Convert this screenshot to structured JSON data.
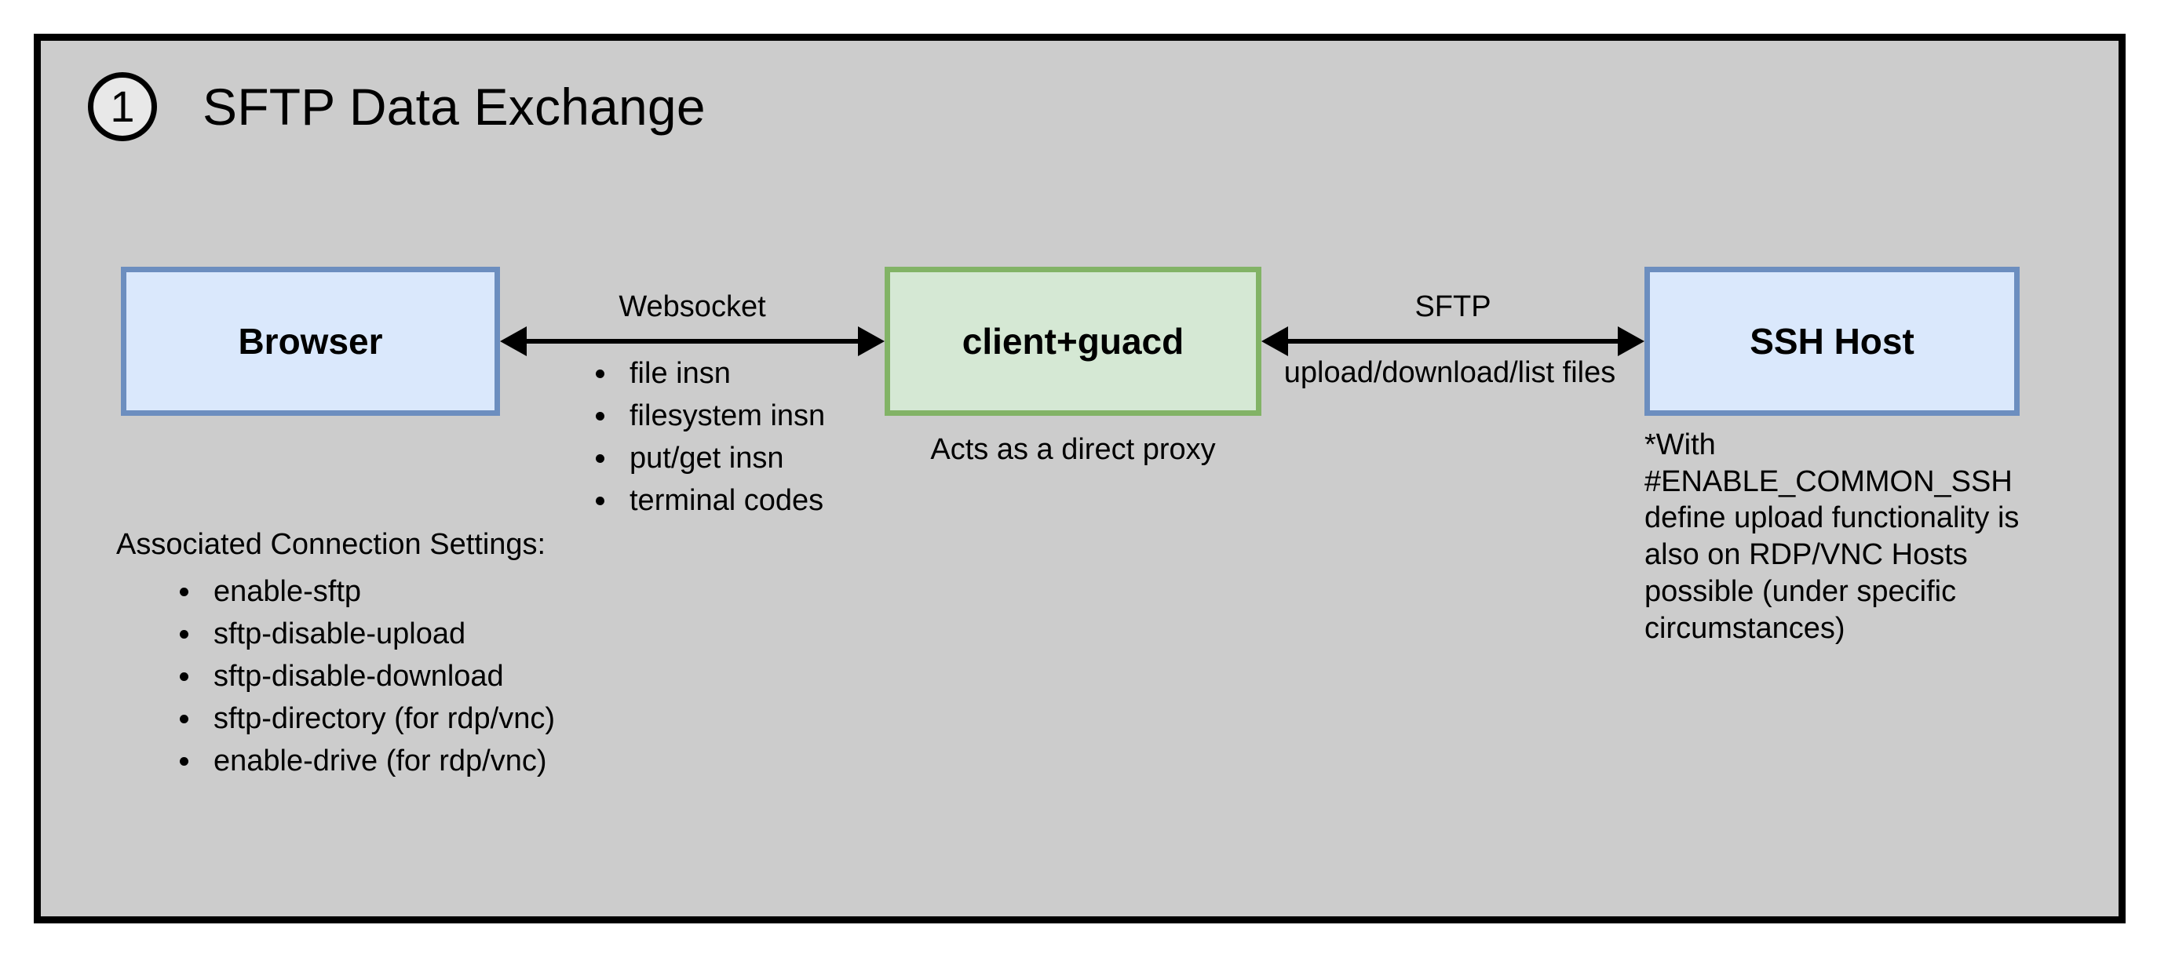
{
  "panel": {
    "background_color": "#cccccc",
    "border_color": "#000000"
  },
  "header": {
    "step_number": "1",
    "title": "SFTP Data Exchange"
  },
  "nodes": {
    "browser": {
      "label": "Browser",
      "fill_color": "#dae8fc",
      "border_color": "#6c8ebf"
    },
    "guacd": {
      "label": "client+guacd",
      "fill_color": "#d5e8d4",
      "border_color": "#82b366",
      "caption": "Acts as a\ndirect proxy"
    },
    "ssh_host": {
      "label": "SSH Host",
      "fill_color": "#dae8fc",
      "border_color": "#6c8ebf",
      "footnote": "*With #ENABLE_COMMON_SSH define upload functionality is also on RDP/VNC Hosts possible (under specific circumstances)"
    }
  },
  "connections": {
    "browser_to_guacd": {
      "protocol_label": "Websocket",
      "direction": "bidirectional",
      "payload_items": [
        "file insn",
        "filesystem insn",
        "put/get insn",
        "terminal codes"
      ]
    },
    "guacd_to_ssh_host": {
      "protocol_label": "SFTP",
      "direction": "bidirectional",
      "payload_text": "upload/download/list files"
    }
  },
  "settings": {
    "heading": "Associated Connection Settings:",
    "items": [
      "enable-sftp",
      "sftp-disable-upload",
      "sftp-disable-download",
      "sftp-directory (for rdp/vnc)",
      "enable-drive (for rdp/vnc)"
    ]
  }
}
